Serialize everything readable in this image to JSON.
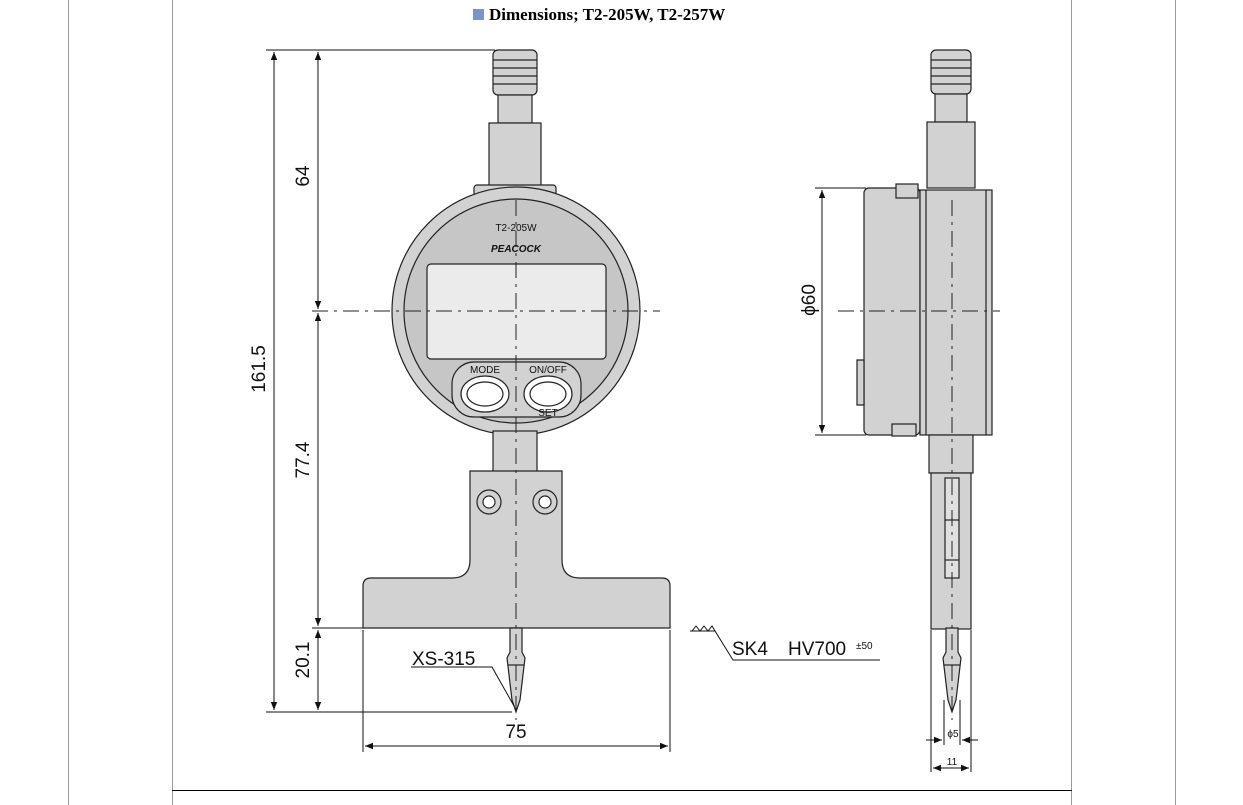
{
  "header": {
    "title": "Dimensions; T2-205W, T2-257W"
  },
  "gauge": {
    "model_label": "T2-205W",
    "brand_label": "PEACOCK",
    "button_left": "MODE",
    "button_right": "ON/OFF",
    "button_right_sub": "SET"
  },
  "dimensions": {
    "total_height": "161.5",
    "upper_height": "64",
    "middle_height": "77.4",
    "lower_height": "20.1",
    "base_width": "75",
    "diameter": "ϕ60",
    "contact_dia": "ϕ5",
    "side_width": "11"
  },
  "callouts": {
    "contact_point": "XS-315",
    "material": "SK4",
    "hardness": "HV700",
    "hardness_tol": "±50"
  },
  "colors": {
    "body_fill": "#d2d2d2",
    "face_fill": "#c6c6c6",
    "lcd_fill": "#ebebeb",
    "accent": "#7c95c8"
  }
}
